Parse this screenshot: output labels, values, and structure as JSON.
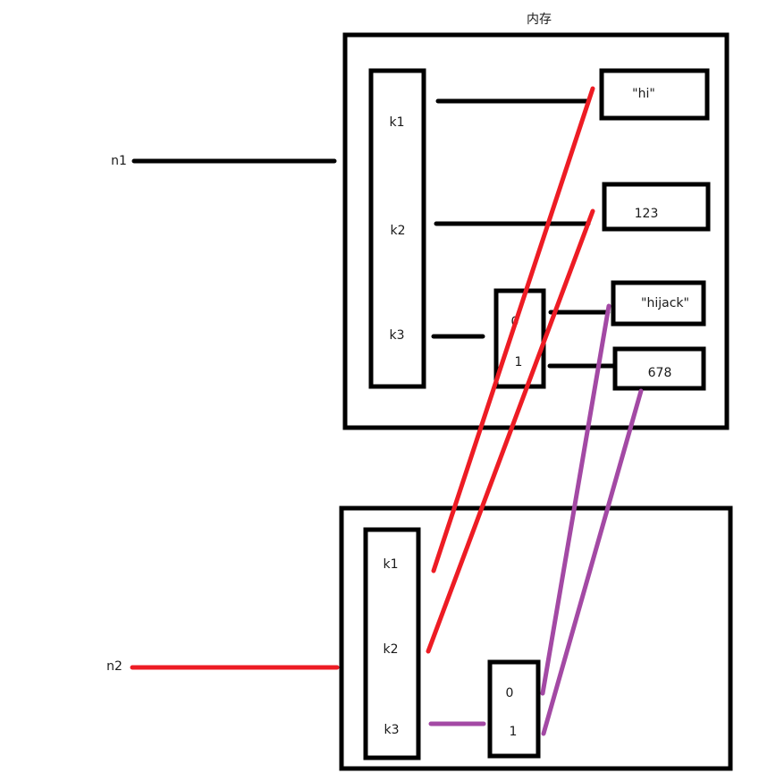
{
  "title": "内存",
  "colors": {
    "reference_red": "#ed1c24",
    "reference_purple": "#a349a4",
    "outline": "#000000"
  },
  "n1": {
    "label": "n1",
    "keys": [
      "k1",
      "k2",
      "k3"
    ],
    "array_indices": [
      "0",
      "1"
    ],
    "values": [
      "\"hi\"",
      "123",
      "\"hijack\"",
      "678"
    ]
  },
  "n2": {
    "label": "n2",
    "keys": [
      "k1",
      "k2",
      "k3"
    ],
    "array_indices": [
      "0",
      "1"
    ]
  }
}
